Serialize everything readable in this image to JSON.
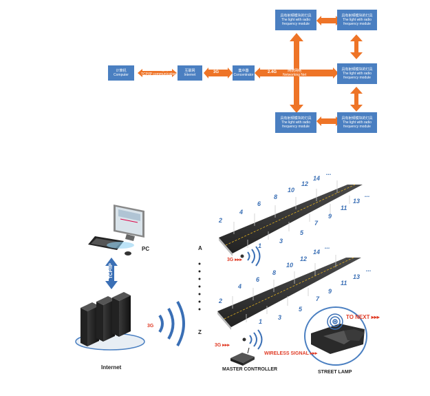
{
  "top": {
    "computer": {
      "cn": "计算机",
      "en": "Computer"
    },
    "tcpip": {
      "cn": "TCP/IP 通讯",
      "en": "TCP/IP communication"
    },
    "internet": {
      "cn": "互联网",
      "en": "Internet"
    },
    "g3": "3G",
    "concentrator": {
      "cn": "集中器",
      "en": "Concentrator"
    },
    "g24": "2.4G",
    "network": {
      "cn": "网状网络",
      "en": "Networking Net"
    },
    "light": {
      "cn": "具有射频模块的灯具",
      "en1": "The light with radio",
      "en2": "frequency module"
    }
  },
  "bottom": {
    "pc": "PC",
    "tcpip_vertical": "TCP/IP",
    "internet": "Internet",
    "g3_left": "3G",
    "g3_a": "3G",
    "g3_z": "3G",
    "label_a": "A",
    "label_z": "Z",
    "master_controller": "MASTER CONTROLLER",
    "wireless_signal": "WIRELESS SIGNAL",
    "street_lamp": "STREET LAMP",
    "to_next": "TO NEXT",
    "road_top_nums": [
      "2",
      "4",
      "6",
      "8",
      "10",
      "12",
      "14",
      "..."
    ],
    "road_bot_nums": [
      "1",
      "3",
      "5",
      "7",
      "9",
      "11",
      "13",
      "..."
    ]
  },
  "colors": {
    "box": "#4a7fc1",
    "arrow": "#ee7427",
    "red": "#e03a24",
    "wave": "#3a6fb5"
  }
}
